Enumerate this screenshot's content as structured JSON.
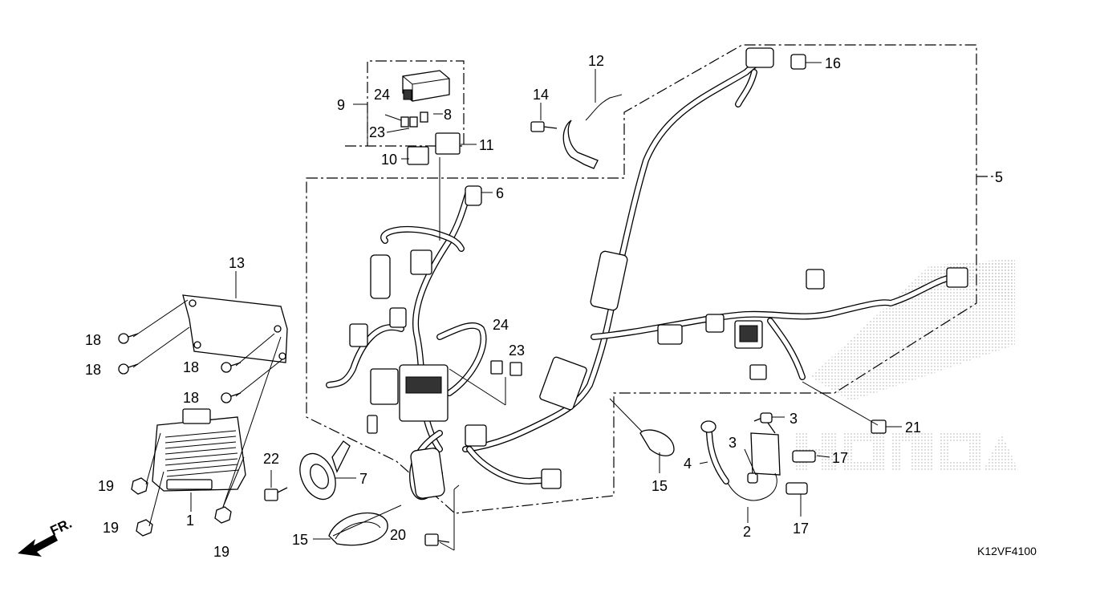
{
  "figure_code": "K12VF4100",
  "front_indicator": "FR.",
  "watermark": "HONDA",
  "callouts": {
    "c1": "1",
    "c2": "2",
    "c3a": "3",
    "c3b": "3",
    "c4": "4",
    "c5": "5",
    "c6": "6",
    "c7": "7",
    "c8": "8",
    "c9": "9",
    "c10": "10",
    "c11": "11",
    "c12": "12",
    "c13": "13",
    "c14": "14",
    "c15a": "15",
    "c15b": "15",
    "c16": "16",
    "c17a": "17",
    "c17b": "17",
    "c18a": "18",
    "c18b": "18",
    "c18c": "18",
    "c18d": "18",
    "c19a": "19",
    "c19b": "19",
    "c19c": "19",
    "c20": "20",
    "c21": "21",
    "c22": "22",
    "c23a": "23",
    "c23b": "23",
    "c24a": "24",
    "c24b": "24"
  }
}
